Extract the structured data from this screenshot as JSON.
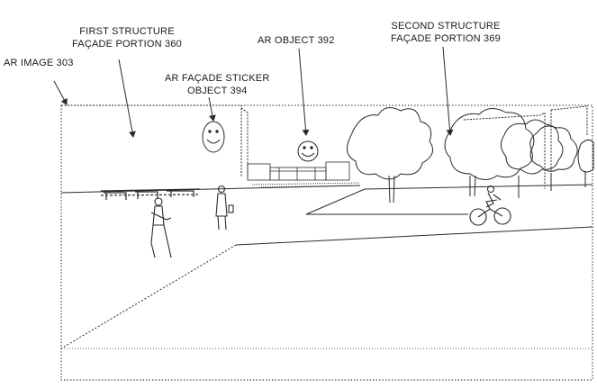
{
  "labels": {
    "ar_image": "AR IMAGE 303",
    "first_structure_line1": "FIRST STRUCTURE",
    "first_structure_line2": "FAÇADE PORTION 360",
    "sticker_line1": "AR FAÇADE STICKER",
    "sticker_line2": "OBJECT 394",
    "ar_object": "AR OBJECT 392",
    "second_structure_line1": "SECOND STRUCTURE",
    "second_structure_line2": "FAÇADE PORTION 369"
  },
  "icons": {
    "sticker_face": "smiley-face-icon",
    "ar_object_face": "smiley-face-icon",
    "arrow": "arrow-icon"
  },
  "colors": {
    "line": "#2a2a2a",
    "background": "#ffffff"
  }
}
